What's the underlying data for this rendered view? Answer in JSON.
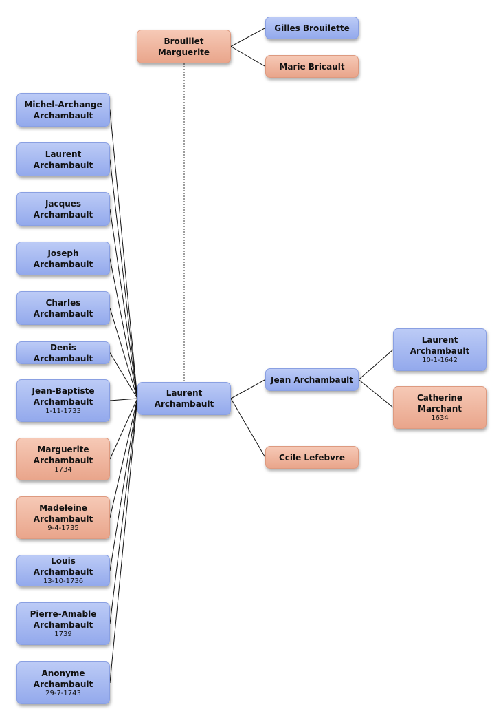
{
  "focus": {
    "name": "Laurent\nArchambault",
    "sex": "m"
  },
  "spouse": {
    "name": "Brouillet\nMarguerite",
    "sex": "f"
  },
  "spouse_parents": [
    {
      "name": "Gilles Brouilette",
      "sex": "m"
    },
    {
      "name": "Marie Bricault",
      "sex": "f"
    }
  ],
  "father": {
    "name": "Jean Archambault",
    "sex": "m"
  },
  "mother": {
    "name": "Ccile Lefebvre",
    "sex": "f"
  },
  "grandparents": [
    {
      "name": "Laurent\nArchambault",
      "date": "10-1-1642",
      "sex": "m"
    },
    {
      "name": "Catherine\nMarchant",
      "date": "1634",
      "sex": "f"
    }
  ],
  "children": [
    {
      "name": "Michel-Archange\nArchambault",
      "sex": "m"
    },
    {
      "name": "Laurent\nArchambault",
      "sex": "m"
    },
    {
      "name": "Jacques\nArchambault",
      "sex": "m"
    },
    {
      "name": "Joseph\nArchambault",
      "sex": "m"
    },
    {
      "name": "Charles\nArchambault",
      "sex": "m"
    },
    {
      "name": "Denis Archambault",
      "sex": "m"
    },
    {
      "name": "Jean-Baptiste\nArchambault",
      "date": "1-11-1733",
      "sex": "m"
    },
    {
      "name": "Marguerite\nArchambault",
      "date": "1734",
      "sex": "f"
    },
    {
      "name": "Madeleine\nArchambault",
      "date": "9-4-1735",
      "sex": "f"
    },
    {
      "name": "Louis Archambault",
      "date": "13-10-1736",
      "sex": "m"
    },
    {
      "name": "Pierre-Amable\nArchambault",
      "date": "1739",
      "sex": "m"
    },
    {
      "name": "Anonyme\nArchambault",
      "date": "29-7-1743",
      "sex": "m"
    }
  ]
}
